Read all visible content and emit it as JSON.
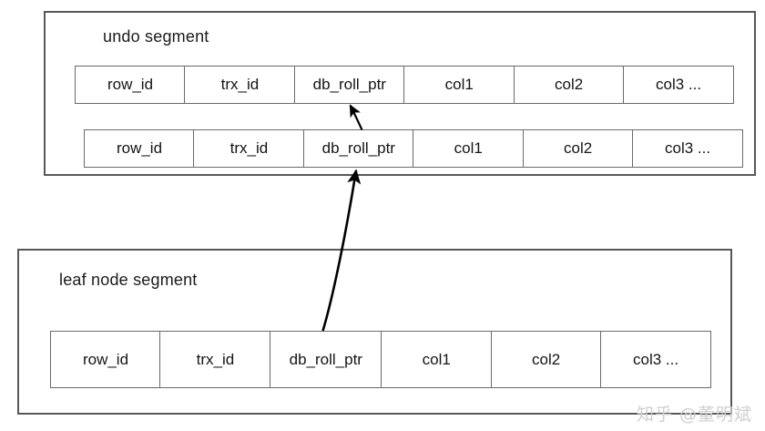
{
  "diagram": {
    "segments": [
      {
        "id": "undo-segment",
        "title": "undo segment",
        "rows": [
          {
            "id": "undo-row-1",
            "cells": [
              "row_id",
              "trx_id",
              "db_roll_ptr",
              "col1",
              "col2",
              "col3 ..."
            ]
          },
          {
            "id": "undo-row-2",
            "cells": [
              "row_id",
              "trx_id",
              "db_roll_ptr",
              "col1",
              "col2",
              "col3 ..."
            ]
          }
        ]
      },
      {
        "id": "leaf-node-segment",
        "title": "leaf node segment",
        "rows": [
          {
            "id": "leaf-row-1",
            "cells": [
              "row_id",
              "trx_id",
              "db_roll_ptr",
              "col1",
              "col2",
              "col3 ..."
            ]
          }
        ]
      }
    ],
    "arrows": [
      {
        "id": "arrow-undo2-to-undo1",
        "from": "undo-row-2.db_roll_ptr",
        "to": "undo-row-1.db_roll_ptr"
      },
      {
        "id": "arrow-leaf-to-undo2",
        "from": "leaf-row-1.db_roll_ptr",
        "to": "undo-row-2.db_roll_ptr"
      }
    ],
    "colors": {
      "outer_border": "#58585a",
      "cell_border": "#6a6a6c",
      "text": "#141414",
      "arrow": "#000000",
      "background": "#ffffff",
      "watermark": "#cfcfcf"
    }
  },
  "watermark": {
    "text": "知乎 @董明斌"
  }
}
